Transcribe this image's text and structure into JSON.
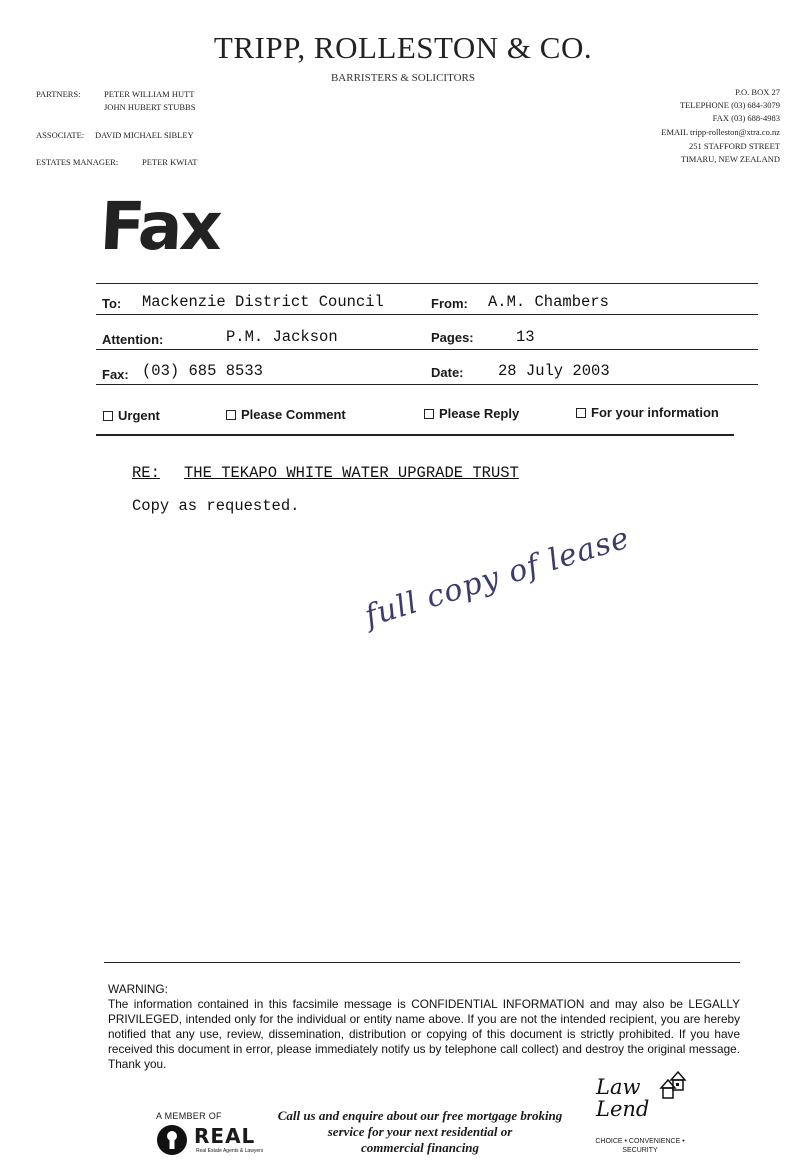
{
  "letterhead": {
    "firm_name": "TRIPP, ROLLESTON & CO.",
    "subtitle": "BARRISTERS & SOLICITORS",
    "partners_label": "PARTNERS:",
    "partners": [
      "PETER WILLIAM HUTT",
      "JOHN HUBERT STUBBS"
    ],
    "associate_label": "ASSOCIATE:",
    "associate": "DAVID MICHAEL SIBLEY",
    "estates_label": "ESTATES MANAGER:",
    "estates_manager": "PETER KWIAT",
    "contact": [
      "P.O. BOX 27",
      "TELEPHONE (03) 684-3079",
      "FAX (03) 688-4983",
      "EMAIL tripp-rolleston@xtra.co.nz",
      "251 STAFFORD STREET",
      "TIMARU, NEW ZEALAND"
    ]
  },
  "fax_title": "Fax",
  "form": {
    "to_label": "To:",
    "to_value": "Mackenzie District Council",
    "from_label": "From:",
    "from_value": "A.M. Chambers",
    "attention_label": "Attention:",
    "attention_value": "P.M. Jackson",
    "pages_label": "Pages:",
    "pages_value": "13",
    "fax_label": "Fax:",
    "fax_value": "(03) 685 8533",
    "date_label": "Date:",
    "date_value": "28 July 2003",
    "checkboxes": [
      "Urgent",
      "Please Comment",
      "Please Reply",
      "For your information"
    ]
  },
  "body": {
    "re_label": "RE:",
    "re_subject": "THE TEKAPO WHITE WATER UPGRADE TRUST",
    "message": "Copy as requested.",
    "handwritten_note": "full copy of lease"
  },
  "warning": {
    "heading": "WARNING:",
    "text": "The information contained in this facsimile message is CONFIDENTIAL INFORMATION and may also be LEGALLY PRIVILEGED, intended only for the individual or entity name above. If you are not the intended recipient, you are hereby notified that any use, review, dissemination, distribution or copying of this document is strictly prohibited. If you have received this document in error, please immediately notify us by telephone call collect) and destroy the original message. Thank you."
  },
  "footer": {
    "member_of": "A MEMBER OF",
    "real_logo": "REAL",
    "real_tagline": "Real Estate Agents & Lawyers",
    "middle_lines": [
      "Call us and enquire about our free mortgage broking",
      "service for your next residential or",
      "commercial financing"
    ],
    "lawlend_logo": "Law Lend",
    "lawlend_tagline_1": "CHOICE • CONVENIENCE •",
    "lawlend_tagline_2": "SECURITY"
  }
}
